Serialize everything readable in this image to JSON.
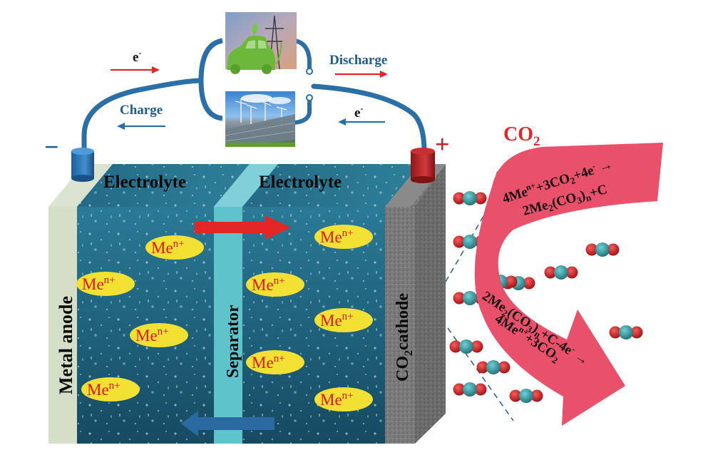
{
  "circuit": {
    "electron_label_top": "e",
    "electron_sup": "-",
    "electron_label_right": "e",
    "discharge_label": "Discharge",
    "charge_label": "Charge",
    "negative_sign": "−",
    "positive_sign": "+"
  },
  "icons": {
    "top_image": "electric-car-power-tower-icon",
    "bottom_image": "wind-turbines-solar-panels-icon"
  },
  "cell": {
    "electrolyte_left": "Electrolyte",
    "electrolyte_right": "Electrolyte",
    "anode_label": "Metal anode",
    "separator_label": "Separator",
    "cathode_label_main": "cathode",
    "cathode_label_co": "CO",
    "cathode_label_sub": "2"
  },
  "ions": {
    "base": "Me",
    "sup": "n+",
    "count_left": 4,
    "count_right": 5
  },
  "gas": {
    "co2_main": "CO",
    "co2_sub": "2"
  },
  "reactions": {
    "discharge_line1": [
      "4Me",
      "n+",
      "+3CO",
      "2",
      "+4e",
      "-",
      " →"
    ],
    "discharge_line2": [
      "2Me",
      "2",
      "(CO",
      "3",
      ")",
      "n",
      "+C"
    ],
    "charge_line1": [
      "2Me",
      "2",
      "(CO",
      "3",
      ")",
      "n",
      "+C-4e",
      "-",
      " →"
    ],
    "charge_line2": [
      "4Me",
      "n+",
      "+3CO",
      "2"
    ]
  },
  "colors": {
    "wire": "#2a6fa6",
    "red_accent": "#e32626",
    "blue_text": "#1f5c8f",
    "electrolyte": "#1d5f7a",
    "separator": "#5fc3cc",
    "anode": "#d9e3cf",
    "cathode": "#7c7c7c",
    "ion_fill": "#f2e133",
    "ion_text": "#e0141b",
    "reaction_arrow": "#e9506a",
    "co2_oxygen": "#c4161c",
    "co2_carbon": "#2e8f96"
  }
}
